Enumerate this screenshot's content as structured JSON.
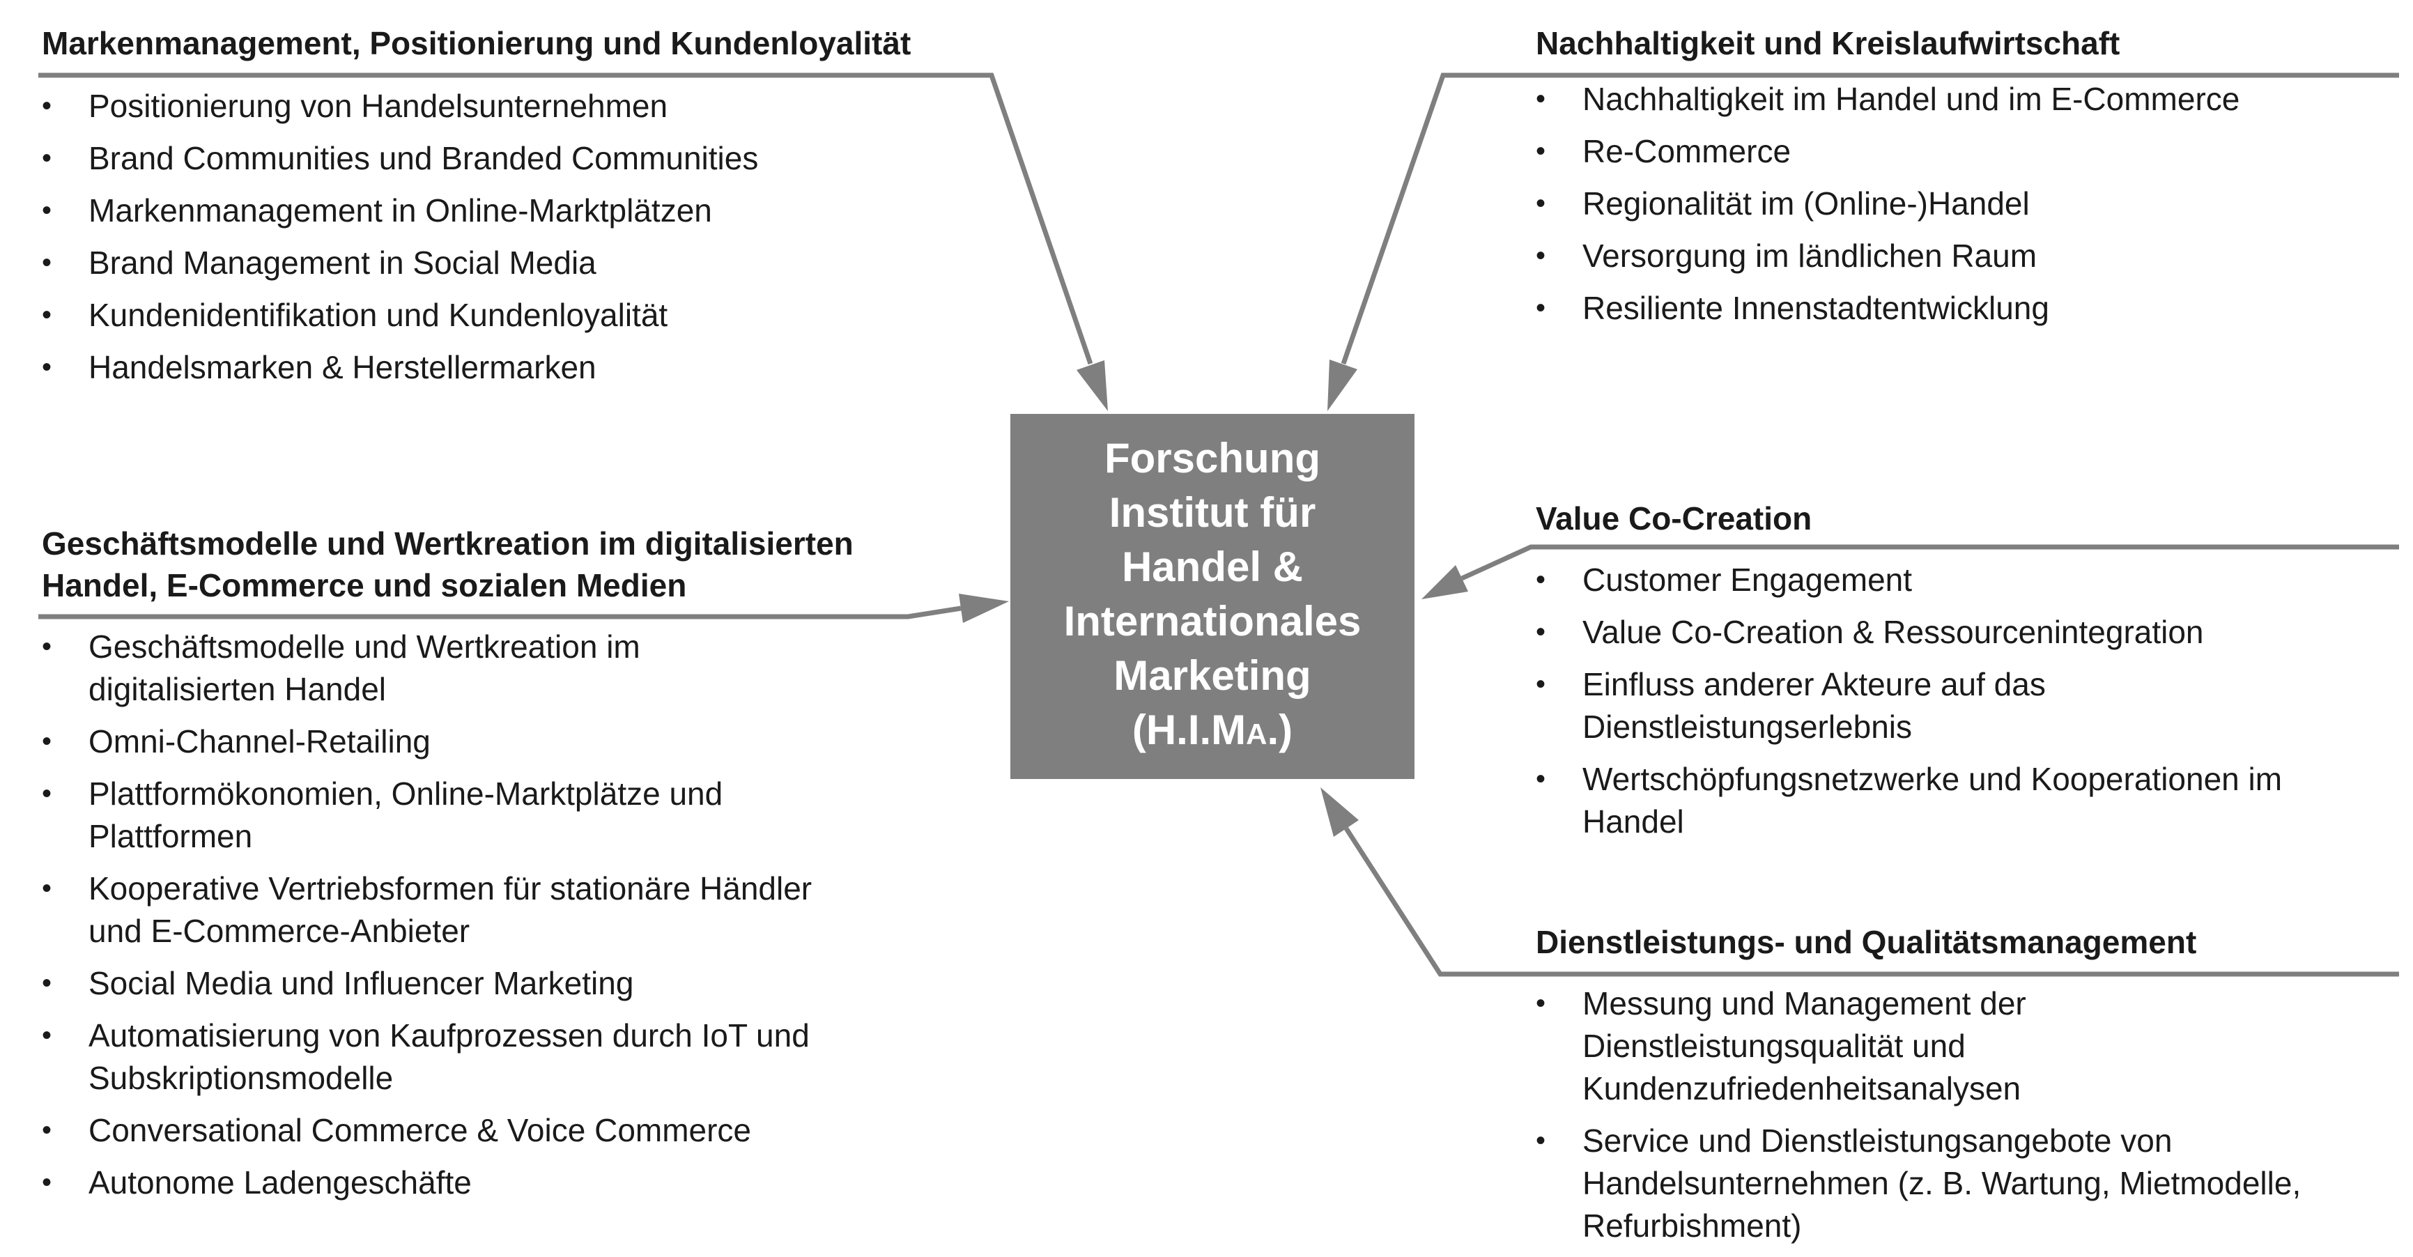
{
  "center": {
    "lines": [
      "Forschung",
      "Institut für",
      "Handel &",
      "Internationales",
      "Marketing"
    ],
    "abbreviation": {
      "open": "(H.I.M",
      "small": "A",
      "close": ".)"
    }
  },
  "colors": {
    "connector": "#7f7f7f",
    "center_fill": "#7f7f7f",
    "center_text": "#ffffff",
    "text": "#1a1a1a"
  },
  "bullet_symbol": "•",
  "topics": {
    "branding": {
      "title": "Markenmanagement, Positionierung und Kundenloyalität",
      "items": [
        "Positionierung von Handelsunternehmen",
        "Brand Communities und Branded Communities",
        "Markenmanagement in Online-Marktplätzen",
        "Brand Management in Social Media",
        "Kundenidentifikation und Kundenloyalität",
        "Handelsmarken & Herstellermarken"
      ]
    },
    "business": {
      "title_line1": "Geschäftsmodelle und Wertkreation im digitalisierten",
      "title_line2": "Handel, E-Commerce und sozialen Medien",
      "items": [
        [
          "Geschäftsmodelle und Wertkreation im",
          "digitalisierten Handel"
        ],
        [
          "Omni-Channel-Retailing"
        ],
        [
          "Plattformökonomien, Online-Marktplätze und",
          "Plattformen"
        ],
        [
          "Kooperative Vertriebsformen für stationäre Händler",
          "und E-Commerce-Anbieter"
        ],
        [
          "Social Media und Influencer Marketing"
        ],
        [
          "Automatisierung von Kaufprozessen durch IoT und",
          "Subskriptionsmodelle"
        ],
        [
          "Conversational Commerce & Voice Commerce"
        ],
        [
          "Autonome Ladengeschäfte"
        ]
      ]
    },
    "sustainability": {
      "title": "Nachhaltigkeit und Kreislaufwirtschaft",
      "items": [
        "Nachhaltigkeit im Handel und im E-Commerce",
        "Re-Commerce",
        "Regionalität im (Online-)Handel",
        "Versorgung im ländlichen Raum",
        "Resiliente Innenstadtentwicklung"
      ]
    },
    "cocreation": {
      "title": "Value Co-Creation",
      "items": [
        [
          "Customer Engagement"
        ],
        [
          "Value Co-Creation & Ressourcenintegration"
        ],
        [
          "Einfluss anderer Akteure auf das",
          "Dienstleistungserlebnis"
        ],
        [
          "Wertschöpfungsnetzwerke und Kooperationen im",
          "Handel"
        ]
      ]
    },
    "service": {
      "title": "Dienstleistungs- und Qualitätsmanagement",
      "items": [
        [
          "Messung und Management der",
          "Dienstleistungsqualität und",
          "Kundenzufriedenheitsanalysen"
        ],
        [
          "Service und Dienstleistungsangebote von",
          "Handelsunternehmen (z. B. Wartung, Mietmodelle,",
          "Refurbishment)"
        ]
      ]
    }
  }
}
